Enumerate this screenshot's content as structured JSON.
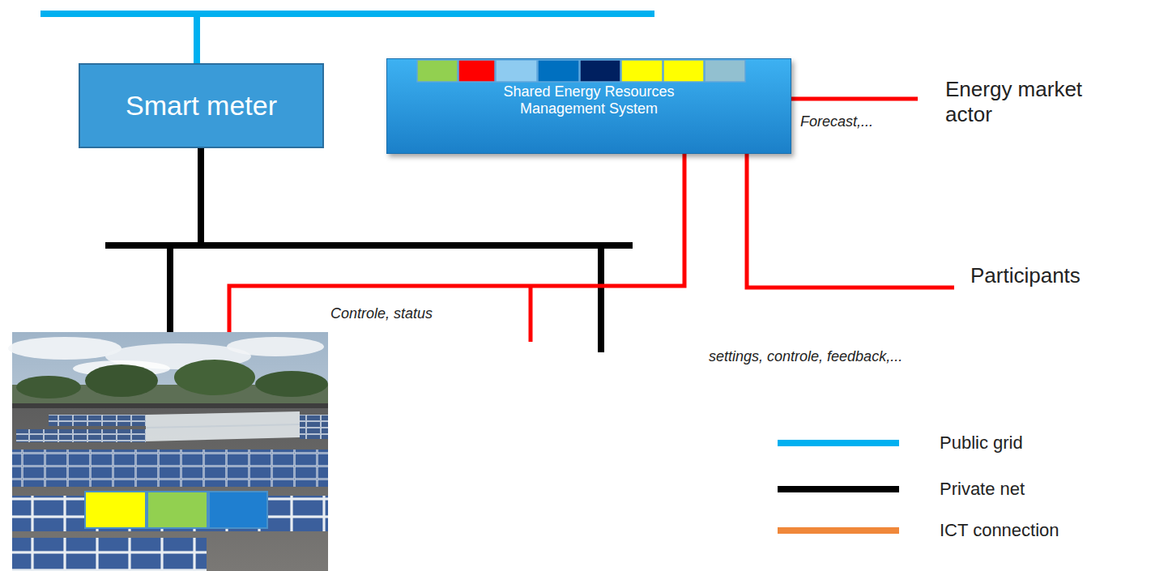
{
  "diagram": {
    "nodes": [
      {
        "text": [
          "Smart meter"
        ]
      },
      {
        "text": [
          "Shared Energy Resources Management System"
        ]
      },
      {
        "text": [
          "Energy market actor"
        ]
      },
      {
        "text": [
          "Participants"
        ]
      }
    ],
    "edges": [
      {
        "from": 1,
        "to": 2,
        "arrow": "none",
        "label": "Forecast,..."
      },
      {
        "from": 1,
        "to": 3,
        "arrow": "none",
        "label": "settings, controle, feedback,..."
      }
    ],
    "labels": [
      "Controle, status"
    ],
    "legend": [
      {
        "text": "Public grid",
        "color": "#00b0f0"
      },
      {
        "text": "Private net",
        "color": "#000000"
      },
      {
        "text": "ICT connection",
        "color": "#f0883a"
      }
    ]
  }
}
